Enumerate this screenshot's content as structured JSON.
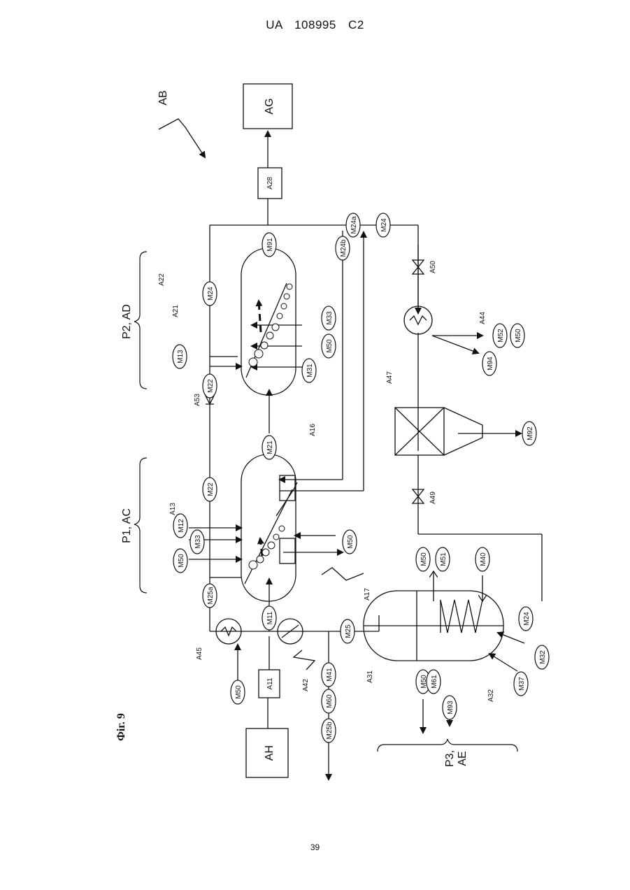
{
  "header": {
    "doc_number": "UA   108995   C2"
  },
  "page_number": "39",
  "figure": {
    "caption": "Фіг. 9",
    "system": "AB",
    "stages": {
      "p1": "P1, AC",
      "p2": "P2, AD",
      "p3_line1": "P3,",
      "p3_line2": "AE"
    },
    "blocks": {
      "ah": "AH",
      "ag": "AG",
      "a11": "A11",
      "a28": "A28"
    },
    "components": {
      "a13": "A13",
      "a16": "A16",
      "a17": "A17",
      "a21": "A21",
      "a22": "A22",
      "a31": "A31",
      "a32": "A32",
      "a42": "A42",
      "a44": "A44",
      "a45": "A45",
      "a47": "A47",
      "a49": "A49",
      "a50": "A50",
      "a53": "A53"
    },
    "streams": {
      "m11": "M11",
      "m12": "M12",
      "m13": "M13",
      "m21": "M21",
      "m22": "M22",
      "m24": "M24",
      "m24a": "M24a",
      "m24b": "M24b",
      "m25": "M25",
      "m25a": "M25a",
      "m25b": "M25b",
      "m31": "M31",
      "m32": "M32",
      "m33": "M33",
      "m37": "M37",
      "m40": "M40",
      "m41": "M41",
      "m50": "M50",
      "m51": "M51",
      "m52": "M52",
      "m60": "M60",
      "m61": "M61",
      "m91": "M91",
      "m92": "M92",
      "m93": "M93",
      "m94": "M94"
    }
  }
}
